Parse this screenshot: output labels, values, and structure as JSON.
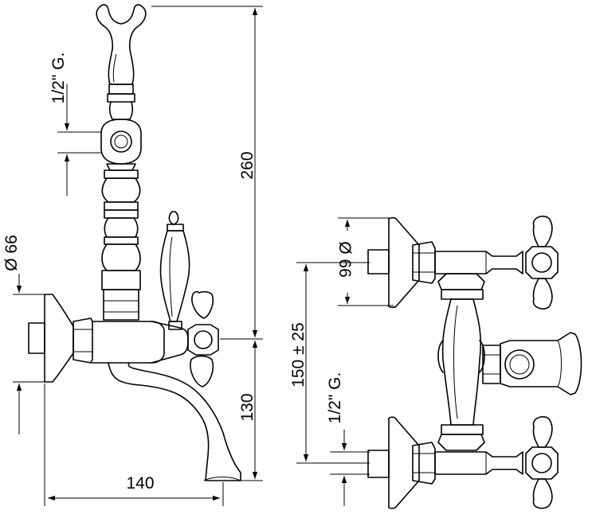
{
  "side_view": {
    "dim_height_total": "260",
    "dim_height_spout": "130",
    "dim_width_spout": "140",
    "dim_rosette_diameter": "Ø 66",
    "dim_thread_shower": "1/2\" G."
  },
  "front_view": {
    "dim_rosette_diameter": "Ø 66",
    "dim_center_distance": "150 ± 25",
    "dim_thread_inlet": "1/2\" G."
  }
}
